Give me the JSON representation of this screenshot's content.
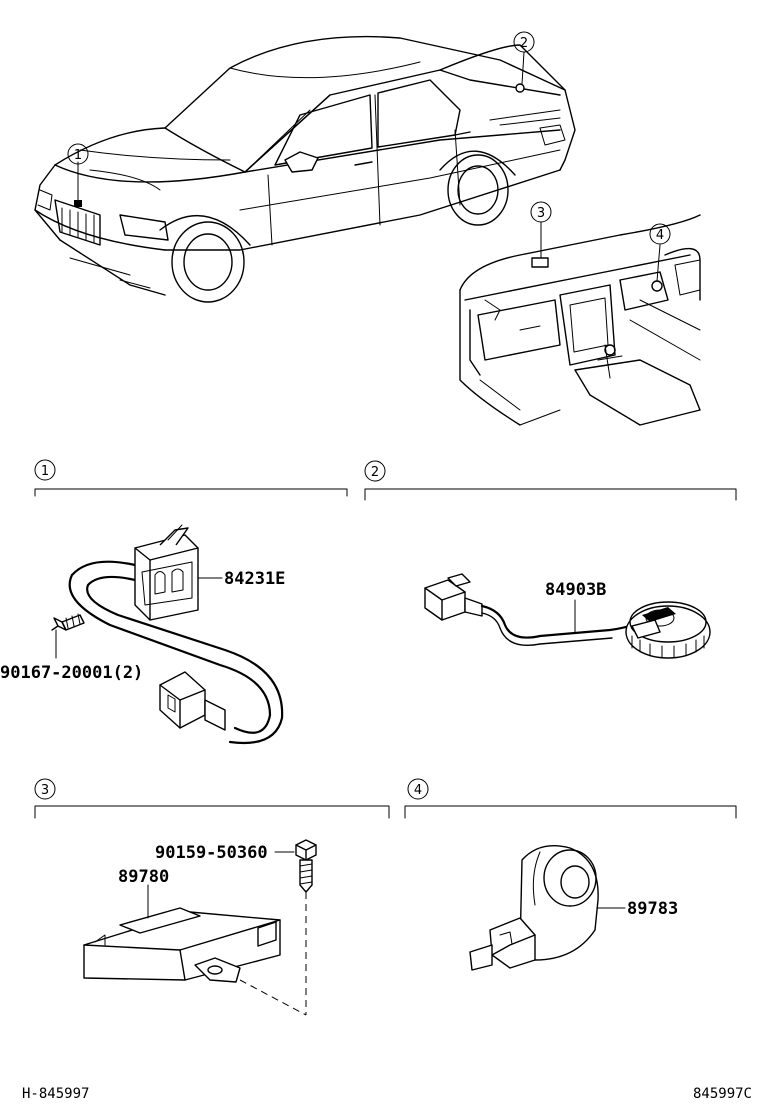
{
  "vehicle_callouts": [
    "1",
    "2",
    "3",
    "4"
  ],
  "sections": [
    {
      "num": "1",
      "parts": [
        {
          "id": "84231E"
        },
        {
          "id": "90167-20001(2)"
        }
      ]
    },
    {
      "num": "2",
      "parts": [
        {
          "id": "84903B"
        }
      ]
    },
    {
      "num": "3",
      "parts": [
        {
          "id": "90159-50360"
        },
        {
          "id": "89780"
        }
      ]
    },
    {
      "num": "4",
      "parts": [
        {
          "id": "89783"
        }
      ]
    }
  ],
  "footer": {
    "left_code": "H-845997",
    "right_code": "845997C"
  }
}
